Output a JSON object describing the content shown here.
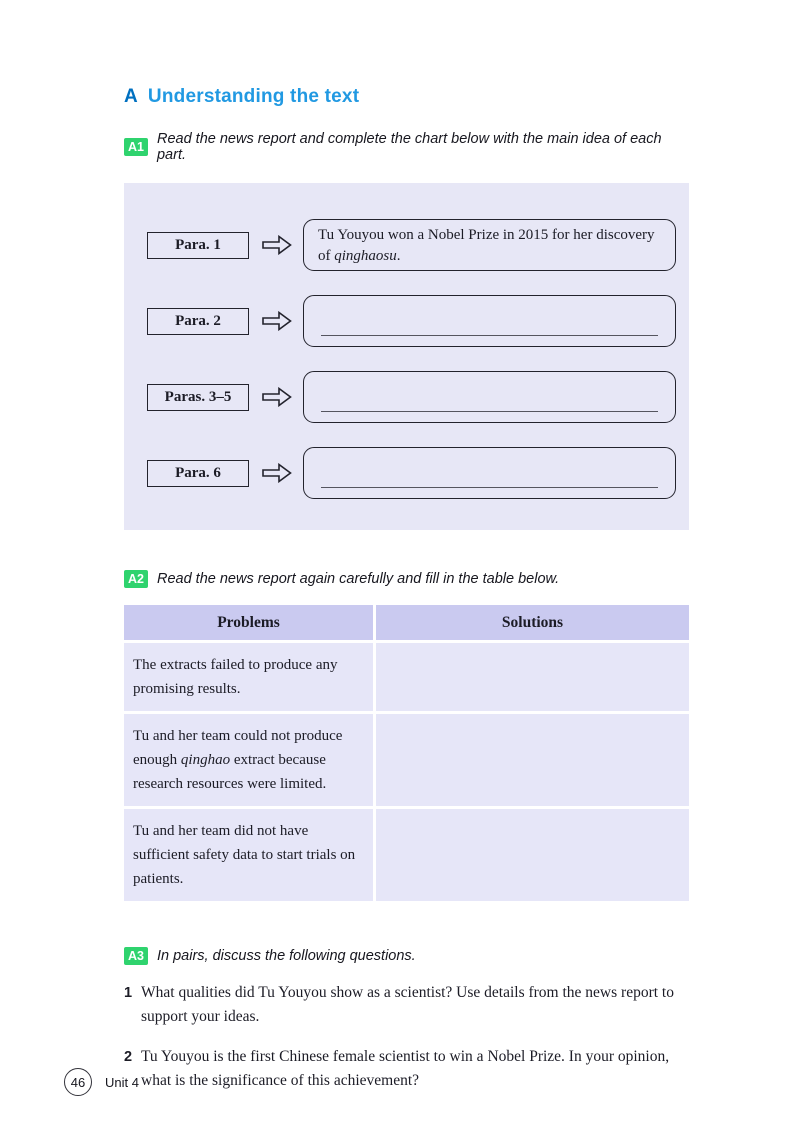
{
  "header": {
    "section_letter": "A",
    "section_title": "Understanding the text"
  },
  "activities": {
    "a1": {
      "badge": "A1",
      "instruction": "Read the news report and complete the chart below with the main idea of each part."
    },
    "a2": {
      "badge": "A2",
      "instruction": "Read the news report again carefully and fill in the table below."
    },
    "a3": {
      "badge": "A3",
      "instruction": "In pairs, discuss the following questions."
    }
  },
  "chart": {
    "rows": [
      {
        "label": "Para. 1",
        "pre": "Tu Youyou won a Nobel Prize in 2015 for her discovery of ",
        "italic": "qinghaosu",
        "post": "."
      },
      {
        "label": "Para. 2",
        "pre": "",
        "italic": "",
        "post": ""
      },
      {
        "label": "Paras. 3–5",
        "pre": "",
        "italic": "",
        "post": ""
      },
      {
        "label": "Para. 6",
        "pre": "",
        "italic": "",
        "post": ""
      }
    ]
  },
  "table": {
    "headers": [
      "Problems",
      "Solutions"
    ],
    "rows": [
      {
        "pre": "The extracts failed to produce any promising results.",
        "italic": "",
        "post": "",
        "solution": ""
      },
      {
        "pre": "Tu and her team could not produce enough ",
        "italic": "qinghao",
        "post": " extract because research resources were limited.",
        "solution": ""
      },
      {
        "pre": "Tu and her team did not have sufficient safety data to start trials on patients.",
        "italic": "",
        "post": "",
        "solution": ""
      }
    ]
  },
  "questions": [
    {
      "number": "1",
      "text": "What qualities did Tu Youyou show as a scientist? Use details from the news report to support your ideas."
    },
    {
      "number": "2",
      "text": "Tu Youyou is the first Chinese female scientist to win a Nobel Prize. In your opinion, what is the significance of this achievement?"
    }
  ],
  "footer": {
    "page_number": "46",
    "unit_label": "Unit 4"
  }
}
